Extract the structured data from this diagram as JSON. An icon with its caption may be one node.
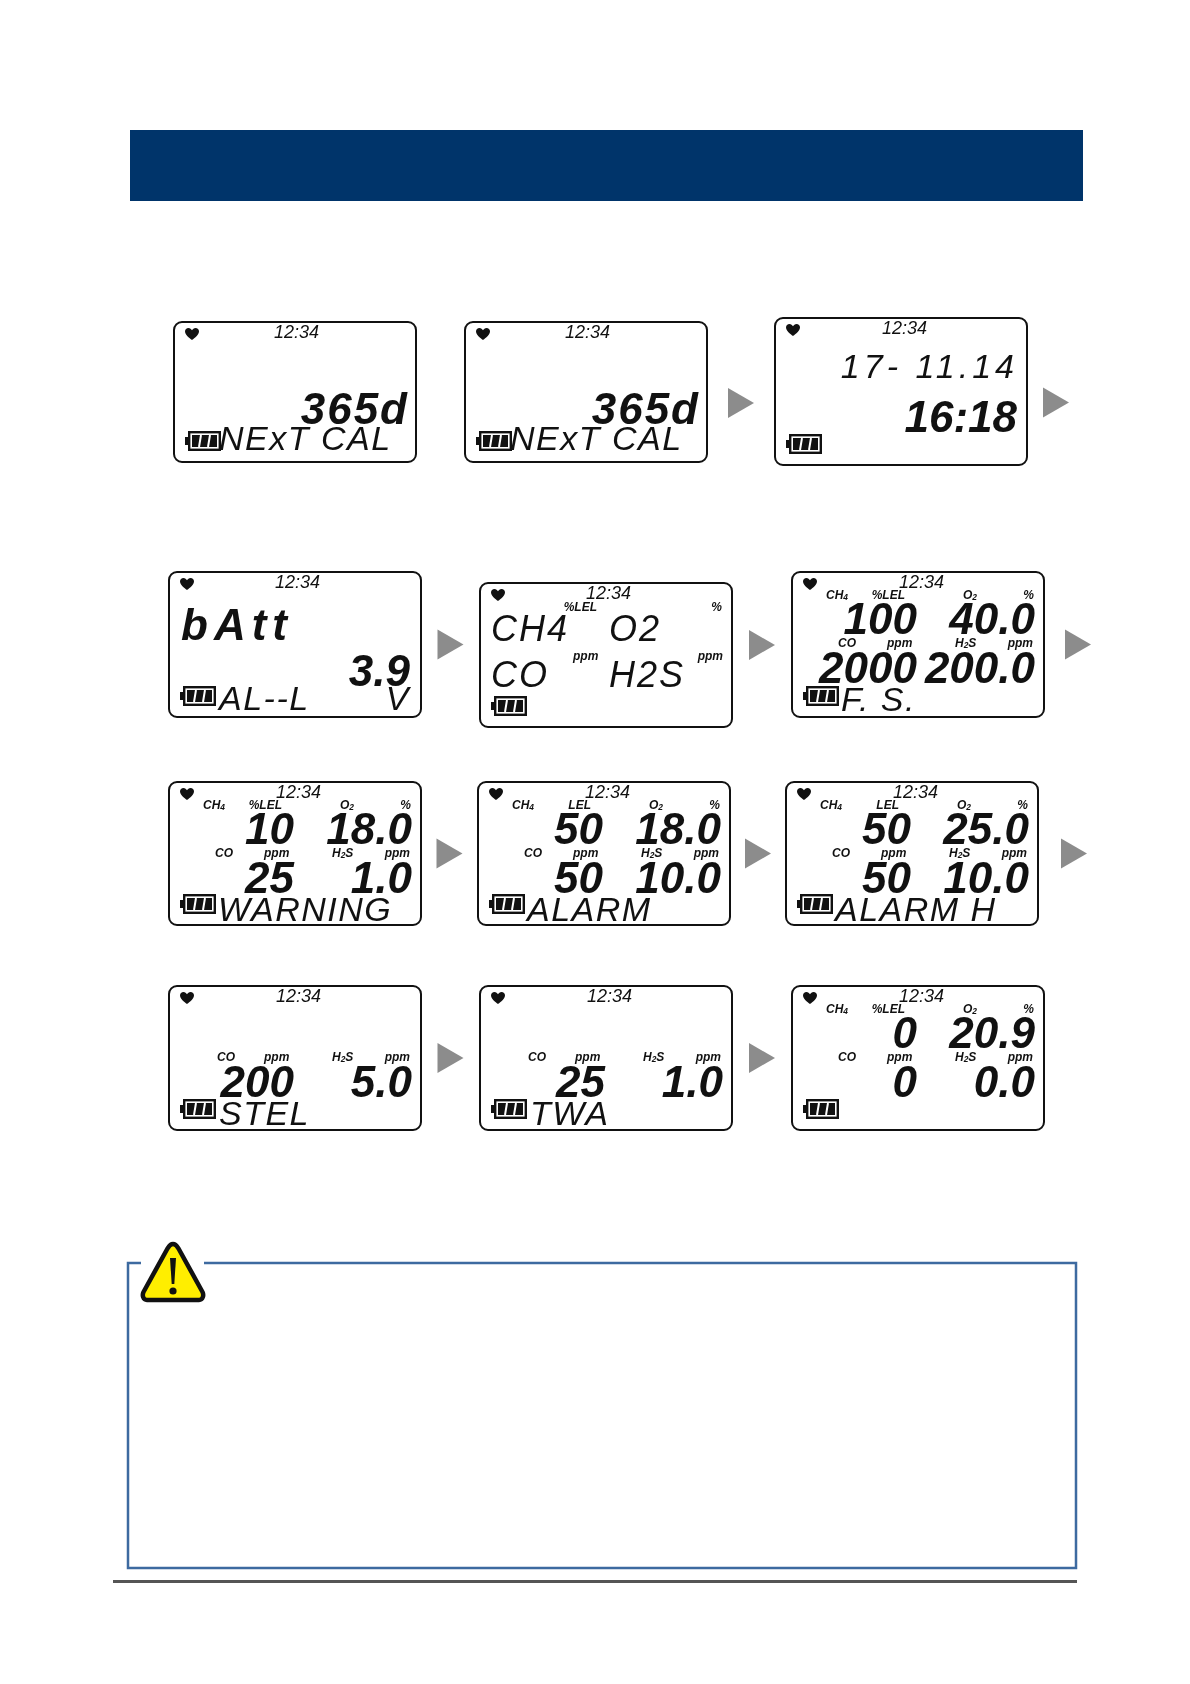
{
  "diagram": {
    "nodes": [
      {
        "text": [
          "12:34",
          "365d",
          "NExT CAL"
        ]
      },
      {
        "text": [
          "12:34",
          "365d",
          "NExT CAL"
        ]
      },
      {
        "text": [
          "12:34",
          "17- 11.14",
          "16:18"
        ]
      },
      {
        "text": [
          "12:34",
          "bAtt",
          "3.9",
          "AL--L",
          "V"
        ]
      },
      {
        "text": [
          "12:34",
          "%LEL",
          "%",
          "CH4",
          "O2",
          "CO",
          "ppm",
          "H2S",
          "ppm"
        ]
      },
      {
        "text": [
          "12:34",
          "CH$_{4}$",
          "%LEL",
          "O$_{2}$",
          "%",
          "100",
          "40.0",
          "CO",
          "ppm",
          "H$_{2}$S",
          "ppm",
          "2000",
          "200.0",
          "F. S."
        ]
      },
      {
        "text": [
          "12:34",
          "CH$_{4}$",
          "%LEL",
          "O$_{2}$",
          "%",
          "10",
          "18.0",
          "CO",
          "ppm",
          "H$_{2}$S",
          "ppm",
          "25",
          "1.0",
          "WARNING"
        ]
      },
      {
        "text": [
          "12:34",
          "CH$_{4}$",
          "LEL",
          "O$_{2}$",
          "%",
          "50",
          "18.0",
          "CO",
          "ppm",
          "H$_{2}$S",
          "ppm",
          "50",
          "10.0",
          "ALARM"
        ]
      },
      {
        "text": [
          "12:34",
          "CH$_{4}$",
          "LEL",
          "O$_{2}$",
          "%",
          "50",
          "25.0",
          "CO",
          "ppm",
          "H$_{2}$S",
          "ppm",
          "50",
          "10.0",
          "ALARM H"
        ]
      },
      {
        "text": [
          "12:34",
          "CO",
          "ppm",
          "H$_{2}$S",
          "ppm",
          "200",
          "5.0",
          "STEL"
        ]
      },
      {
        "text": [
          "12:34",
          "CO",
          "ppm",
          "H$_{2}$S",
          "ppm",
          "25",
          "1.0",
          "TWA"
        ]
      },
      {
        "text": [
          "12:34",
          "CH$_{4}$",
          "%LEL",
          "O$_{2}$",
          "%",
          "0",
          "20.9",
          "CO",
          "ppm",
          "H$_{2}$S",
          "ppm",
          "0",
          "0.0"
        ]
      }
    ],
    "edges": [
      {
        "from": 1,
        "to": 2,
        "arrow": "to"
      },
      {
        "from": 2,
        "to": null,
        "arrow": "to"
      },
      {
        "from": 3,
        "to": 4,
        "arrow": "to"
      },
      {
        "from": 4,
        "to": 5,
        "arrow": "to"
      },
      {
        "from": 5,
        "to": null,
        "arrow": "to"
      },
      {
        "from": 6,
        "to": 7,
        "arrow": "to"
      },
      {
        "from": 7,
        "to": 8,
        "arrow": "to"
      },
      {
        "from": 8,
        "to": null,
        "arrow": "to"
      },
      {
        "from": 9,
        "to": 10,
        "arrow": "to"
      },
      {
        "from": 10,
        "to": 11,
        "arrow": "to"
      }
    ]
  }
}
